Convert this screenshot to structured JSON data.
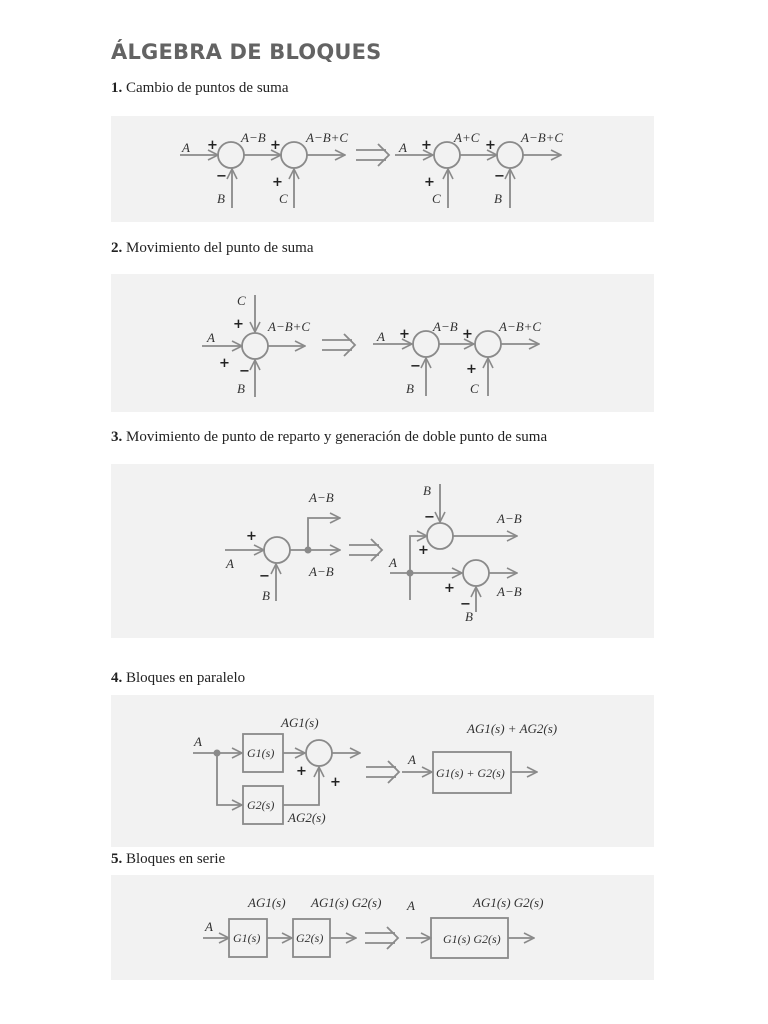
{
  "page": {
    "title": "ÁLGEBRA DE BLOQUES"
  },
  "sections": [
    {
      "number": "1.",
      "heading": "Cambio de puntos de suma",
      "left": {
        "inputs": [
          "A",
          "B",
          "C"
        ],
        "intermediate": "A−B",
        "output": "A−B+C",
        "signs": [
          "+",
          "−",
          "+",
          "+"
        ]
      },
      "right": {
        "inputs": [
          "A",
          "C",
          "B"
        ],
        "intermediate": "A+C",
        "output": "A−B+C",
        "signs": [
          "+",
          "+",
          "+",
          "−"
        ]
      },
      "implies": "⟹"
    },
    {
      "number": "2.",
      "heading": "Movimiento del punto de suma",
      "left": {
        "inputs": [
          "C",
          "A",
          "B"
        ],
        "output": "A−B+C",
        "signs": [
          "+",
          "+",
          "−"
        ]
      },
      "right": {
        "inputs": [
          "A",
          "B",
          "C"
        ],
        "intermediate": "A−B",
        "output": "A−B+C",
        "signs": [
          "+",
          "−",
          "+",
          "+"
        ]
      },
      "implies": "⟹"
    },
    {
      "number": "3.",
      "heading": "Movimiento de punto de reparto y generación de doble punto de suma",
      "left": {
        "inputs": [
          "A",
          "B"
        ],
        "outputs": [
          "A−B",
          "A−B"
        ],
        "signs": [
          "+",
          "−"
        ]
      },
      "right": {
        "inputs": [
          "A",
          "B",
          "B"
        ],
        "outputs": [
          "A−B",
          "A−B"
        ],
        "signs": [
          "−",
          "+",
          "+",
          "−"
        ]
      },
      "implies": "⟹"
    },
    {
      "number": "4.",
      "heading": "Bloques en paralelo",
      "left": {
        "input": "A",
        "block1": "G1(s)",
        "block2": "G2(s)",
        "signal1": "AG1(s)",
        "signal2": "AG2(s)",
        "signs": [
          "+",
          "+"
        ]
      },
      "right": {
        "input": "A",
        "block": "G1(s) + G2(s)",
        "output": "AG1(s) + AG2(s)"
      },
      "implies": "⟹"
    },
    {
      "number": "5.",
      "heading": "Bloques en serie",
      "left": {
        "input": "A",
        "block1": "G1(s)",
        "block2": "G2(s)",
        "signal1": "AG1(s)",
        "signal2": "AG1(s) G2(s)"
      },
      "right": {
        "input": "A",
        "block": "G1(s) G2(s)",
        "output": "AG1(s) G2(s)"
      },
      "implies": "⟹"
    }
  ],
  "colors": {
    "line": "#8a8a8a",
    "panel_bg": "#f2f2f2",
    "title": "#636363",
    "text": "#333333"
  }
}
